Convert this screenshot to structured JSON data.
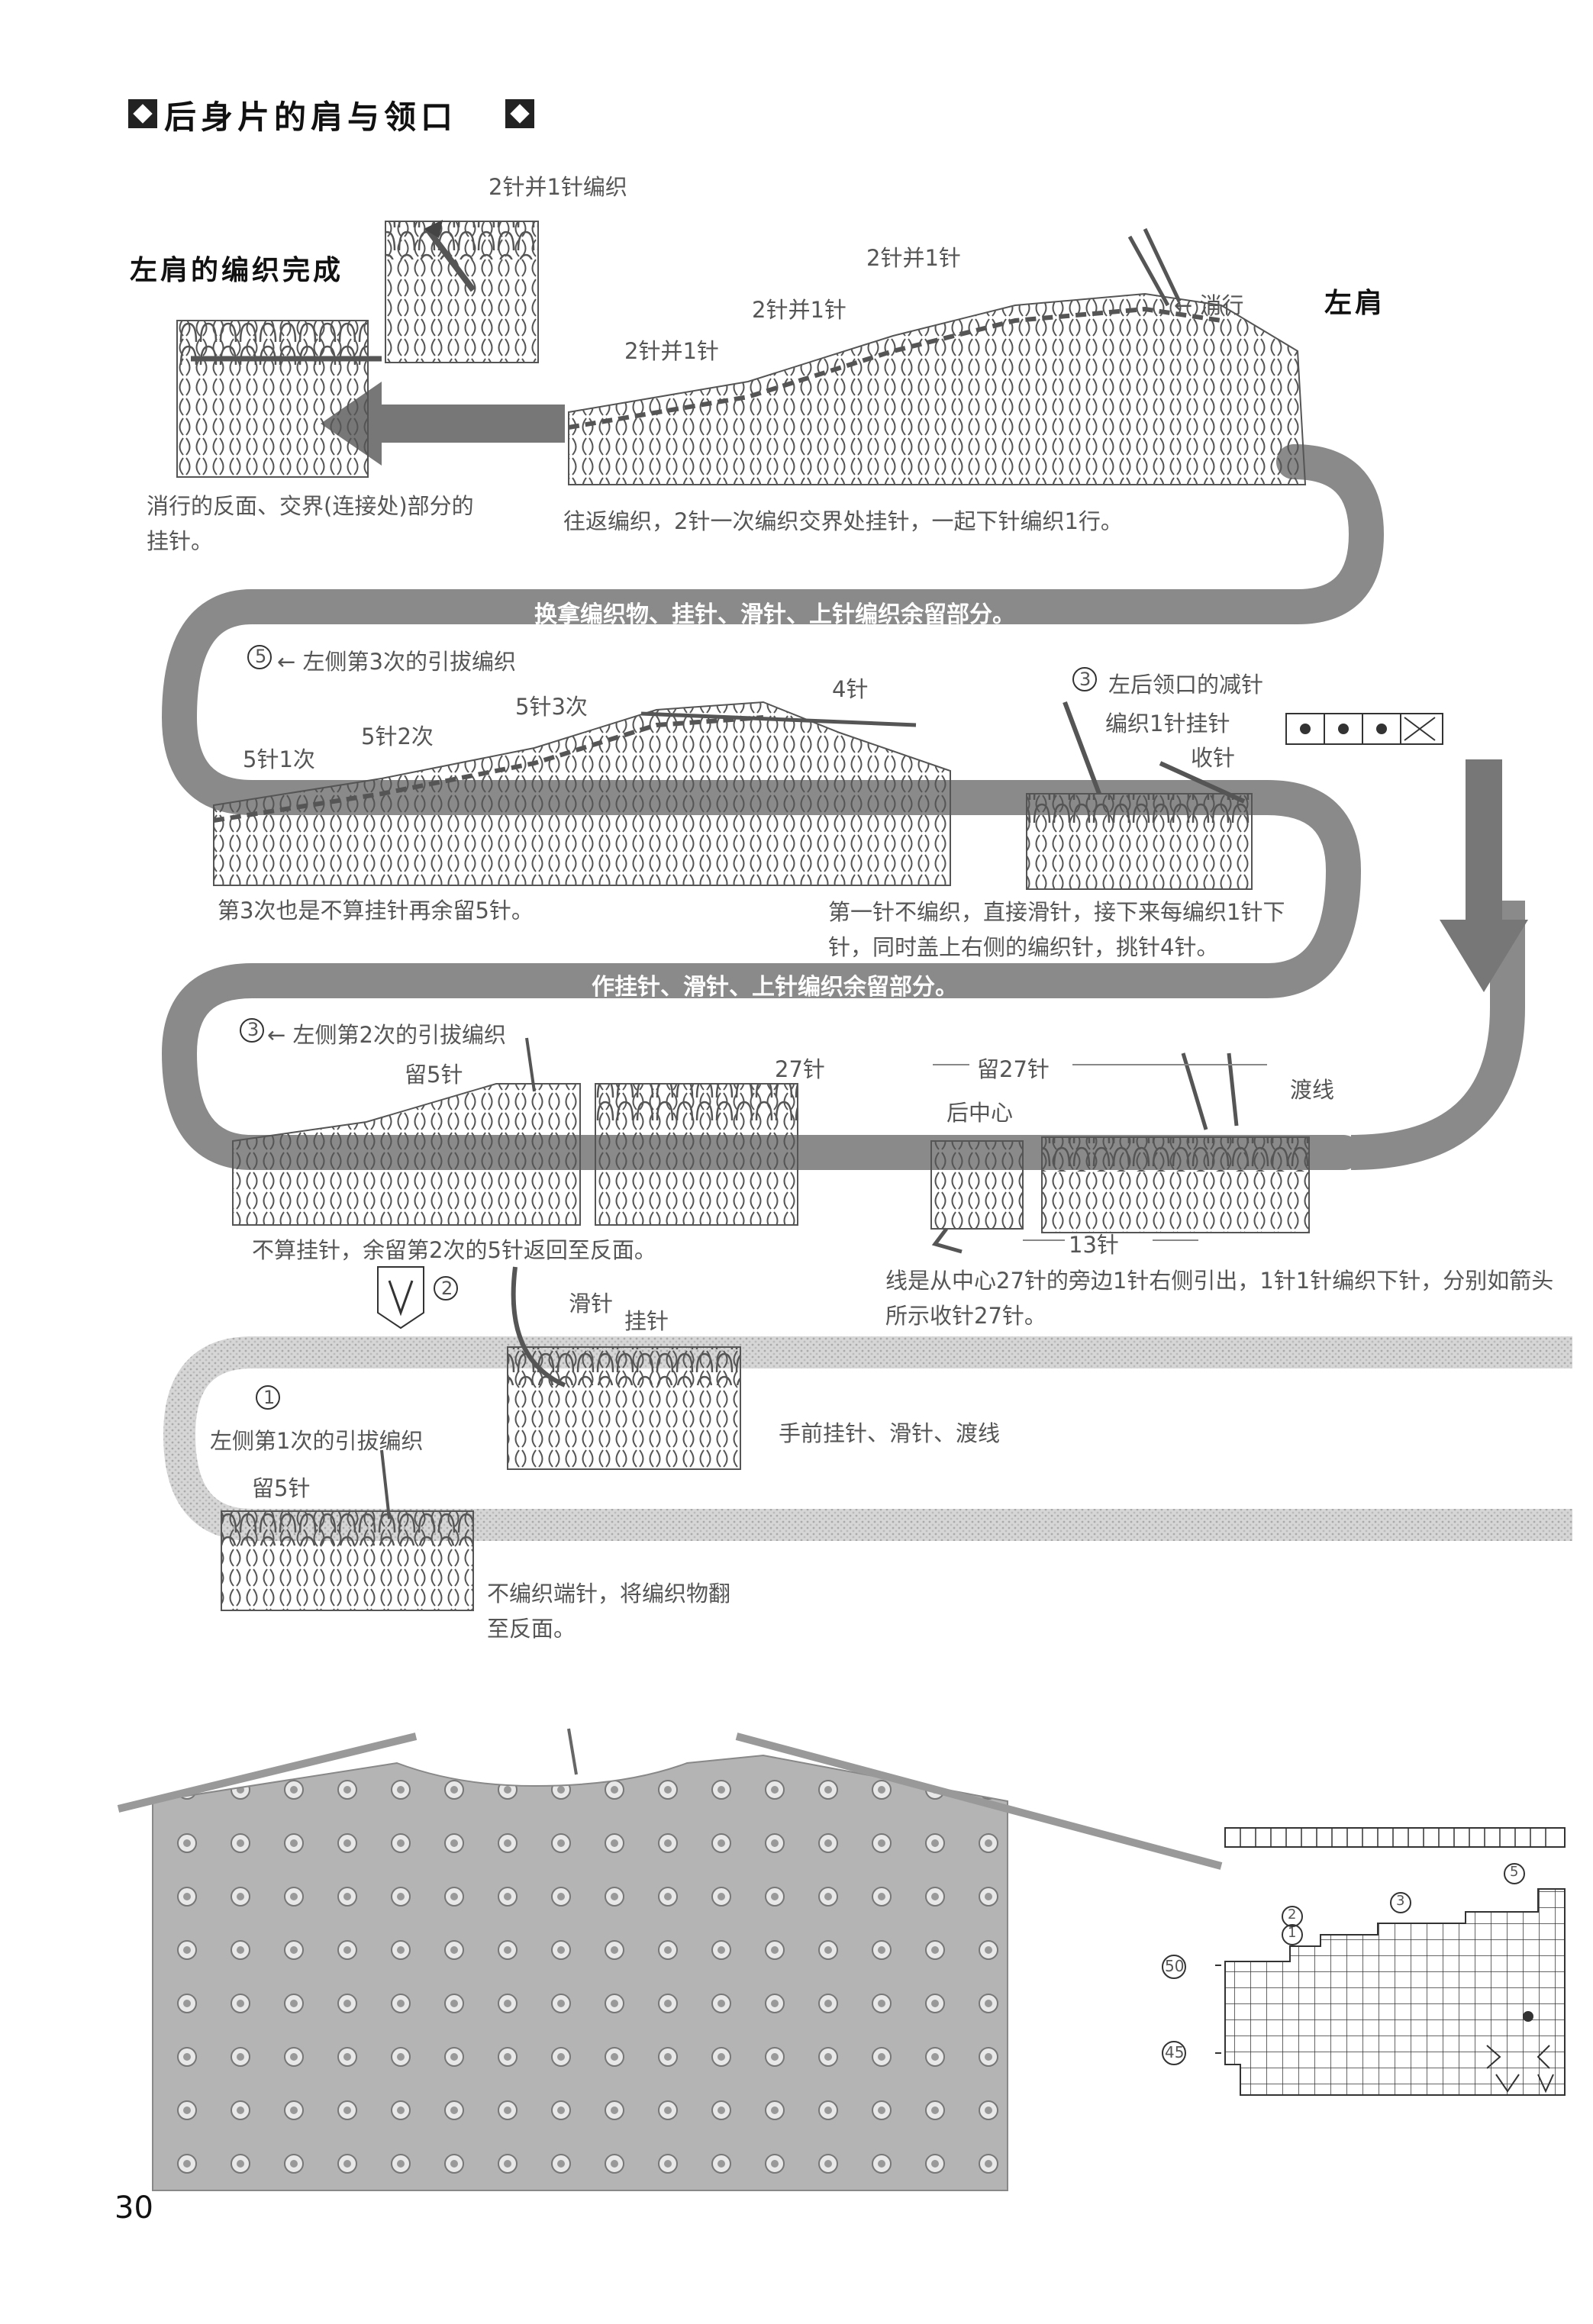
{
  "heading": {
    "title": "后身片的肩与领口"
  },
  "top": {
    "left_shoulder_done": "左肩的编织完成",
    "left_shoulder": "左肩",
    "k2tog_a": "2针并1针编织",
    "k2tog_b": "2针并1针",
    "k2tog_c": "2针并1针",
    "k2tog_d": "2针并1针",
    "short_row_end": "← 消行",
    "note_left": "消行的反面、交界(连接处)部分的挂针。",
    "note_right": "往返编织，2针一次编织交界处挂针，一起下针编织1行。"
  },
  "band1": {
    "text": "换拿编织物、挂针、滑针、上针编织余留部分。"
  },
  "row2": {
    "step5_num": "5",
    "step5_text": "← 左侧第3次的引拔编织",
    "st5x1": "5针1次",
    "st5x2": "5针2次",
    "st5x3": "5针3次",
    "st4": "4针",
    "note_left": "第3次也是不算挂针再余留5针。",
    "step3_num": "3",
    "step3_text": "左后领口的减针",
    "knit1_yo": "编织1针挂针",
    "bind_off": "收针",
    "note_right": "第一针不编织，直接滑针，接下来每编织1针下针，同时盖上右侧的编织针，挑针4针。"
  },
  "band2": {
    "text": "作挂针、滑针、上针编织余留部分。"
  },
  "row3": {
    "step3_num": "3",
    "step3_text": "← 左侧第2次的引拔编织",
    "keep5": "留5针",
    "st27": "27针",
    "keep27": "留27针",
    "back_center": "后中心",
    "carry_yarn": "渡线",
    "st13": "13针",
    "note_left": "不算挂针，余留第2次的5针返回至反面。",
    "note_right": "线是从中心27针的旁边1针右侧引出，1针1针编织下针，分别如箭头所示收针27针。"
  },
  "row4": {
    "step2_num": "2",
    "slip": "滑针",
    "yo": "挂针",
    "note_mid": "手前挂针、滑针、渡线",
    "step1_num": "1",
    "step1_text": "左侧第1次的引拔编织",
    "keep5": "留5针",
    "note_left": "不编织端针，将编织物翻至反面。"
  },
  "chart": {
    "row_50": "50",
    "row_45": "45",
    "mark_1": "1",
    "mark_2": "2",
    "mark_3": "3",
    "mark_5": "5"
  },
  "page": {
    "number": "30"
  },
  "colors": {
    "band": "#8a8a8a",
    "band_light": "#cfcfcf",
    "knit": "#555555",
    "photo": "#b8b8b8"
  }
}
